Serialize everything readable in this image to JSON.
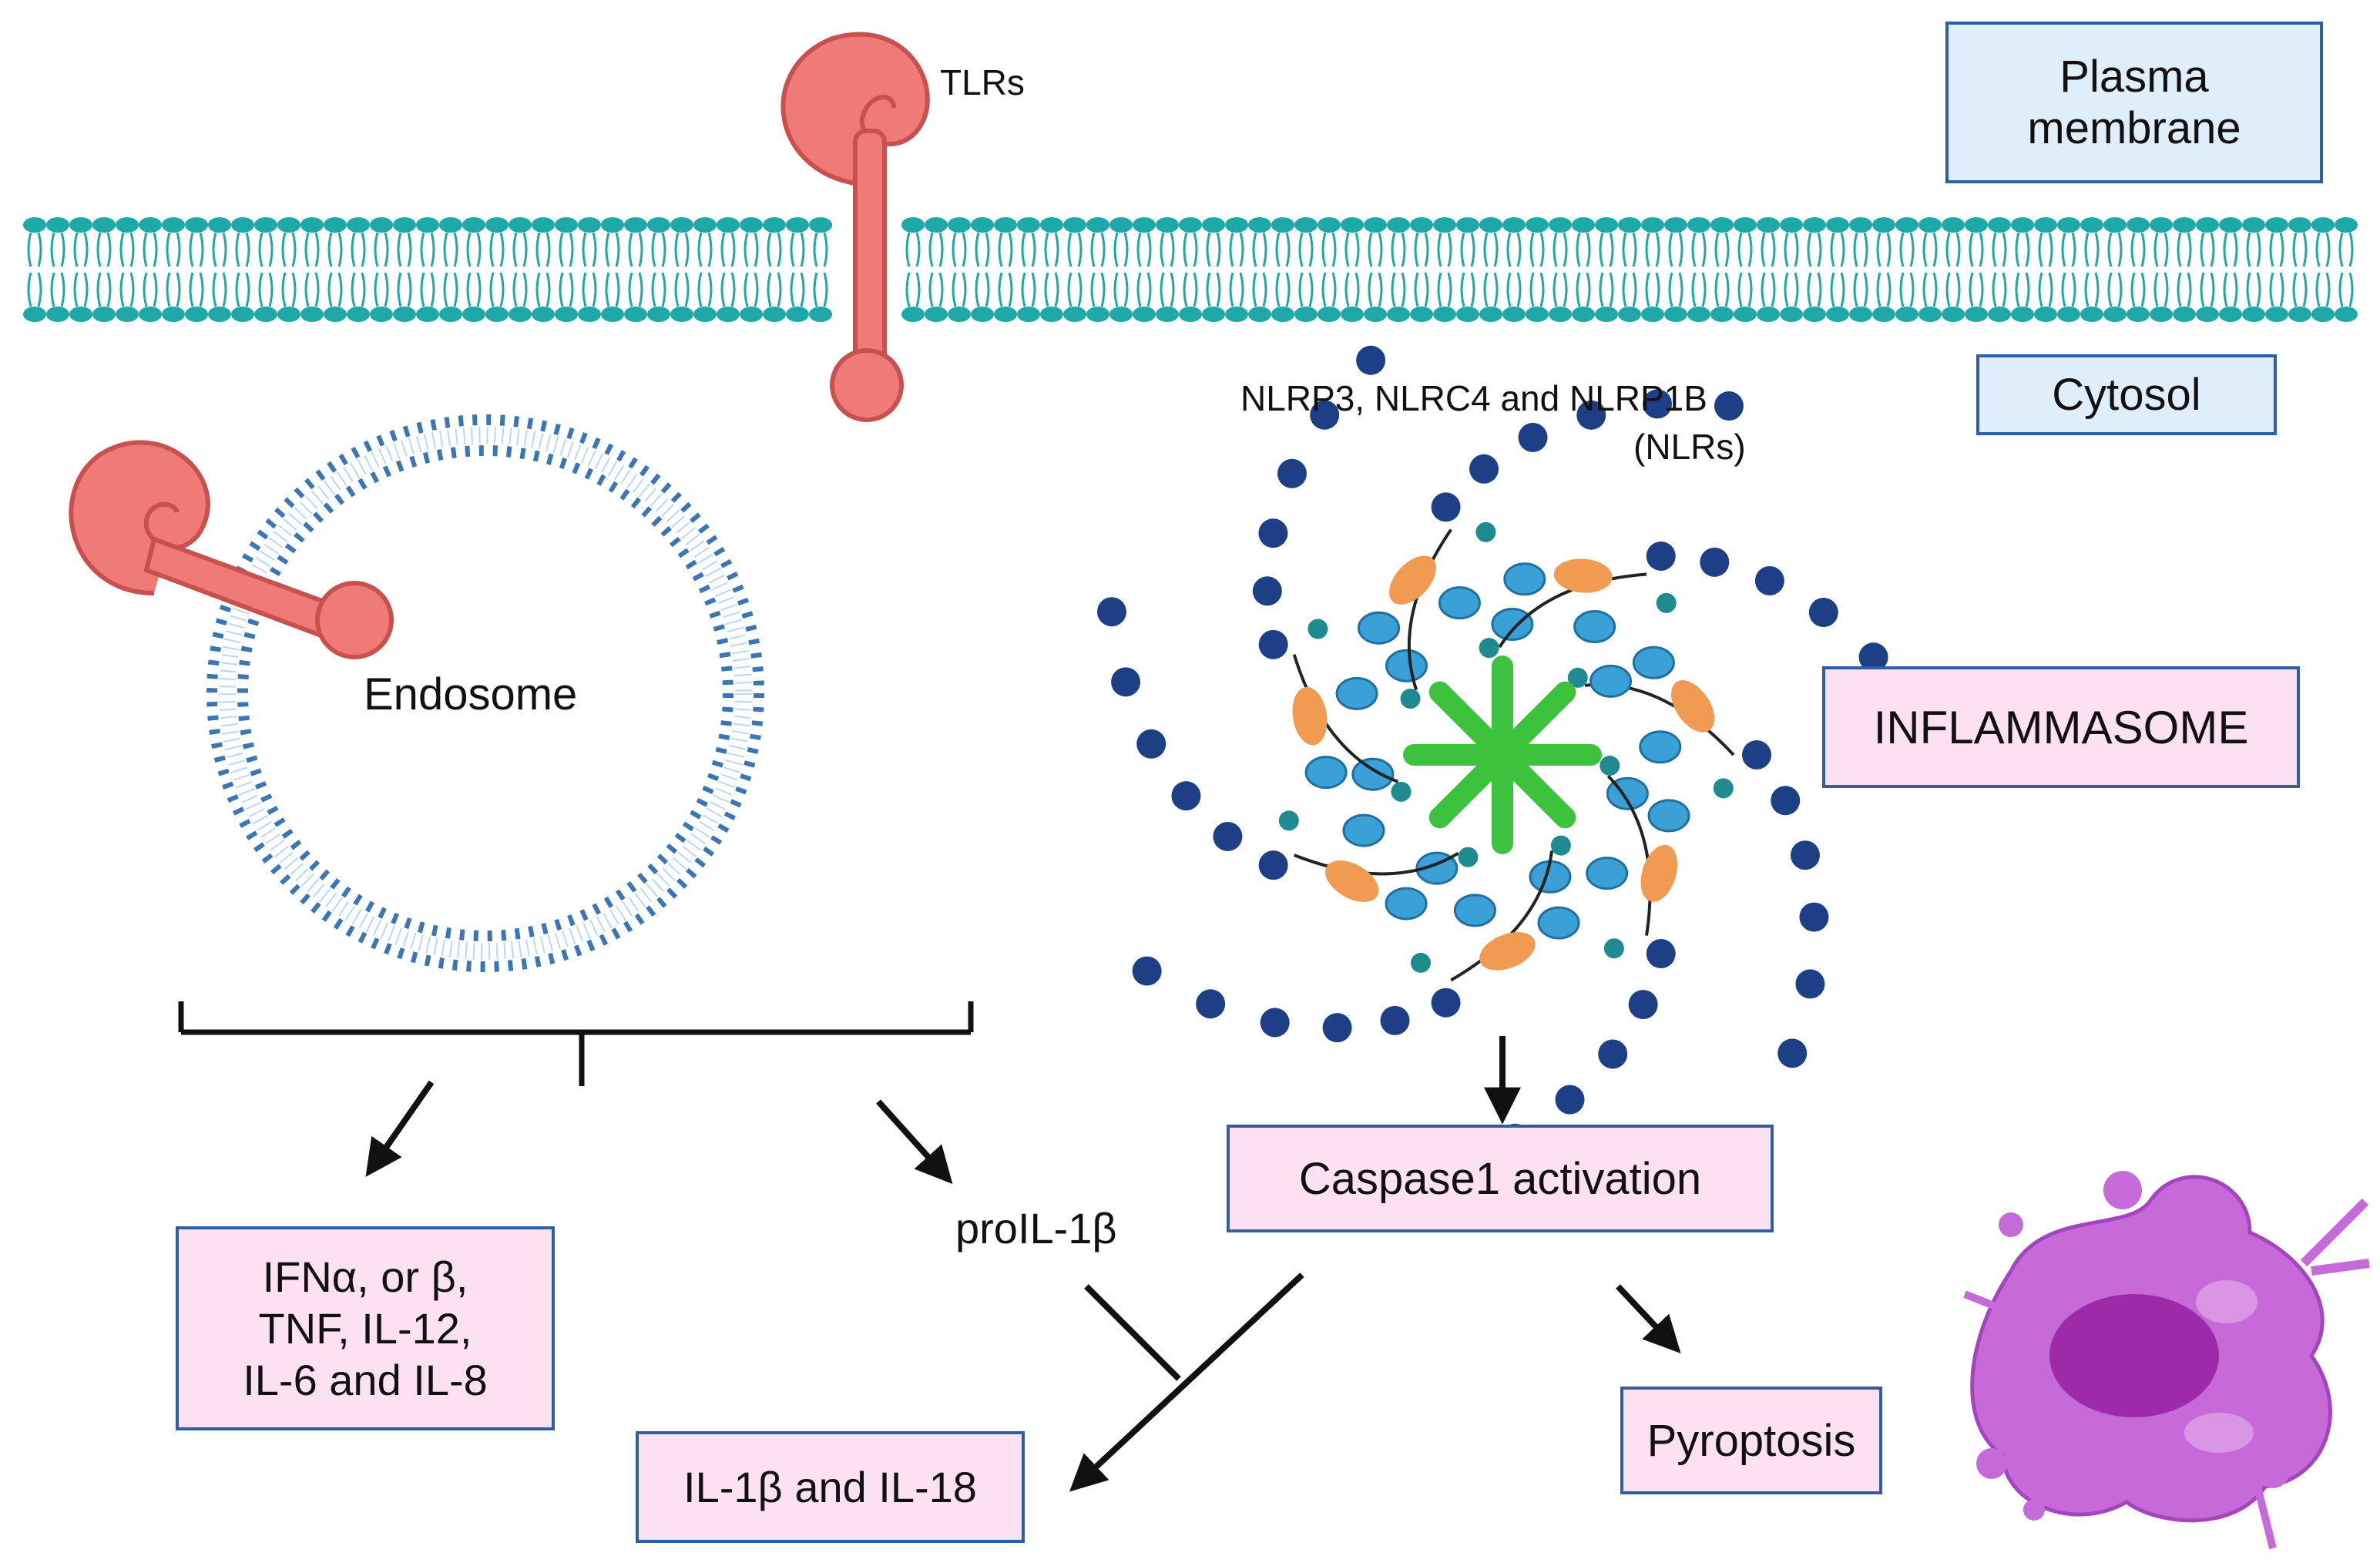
{
  "labels": {
    "tlrs": "TLRs",
    "plasma_membrane_line1": "Plasma",
    "plasma_membrane_line2": "membrane",
    "cytosol": "Cytosol",
    "nlrs_line1": "NLRP3, NLRC4 and NLRP1B",
    "nlrs_line2": "(NLRs)",
    "endosome": "Endosome",
    "inflammasome": "INFLAMMASOME",
    "caspase": "Caspase1 activation",
    "interferons_line1": "IFNα, or β,",
    "interferons_line2": "TNF, IL-12,",
    "interferons_line3": "IL-6 and IL-8",
    "proil": "proIL-1β",
    "il1b_il18": "IL-1β and IL-18",
    "pyroptosis": "Pyroptosis"
  },
  "colors": {
    "membrane": "#1fa8a8",
    "receptor": "#f07a78",
    "endosome": "#3a76b6",
    "inflammasome_core": "#3cc23c",
    "inflammasome_orange": "#f09a52",
    "inflammasome_blue": "#3aa0d6",
    "inflammasome_chain": "#1c3f86",
    "cell": "#c56ad8",
    "box_border": "#2f5f9e",
    "box_blue_fill": "#dfeefb",
    "box_pink_fill": "#fbe1f2"
  }
}
